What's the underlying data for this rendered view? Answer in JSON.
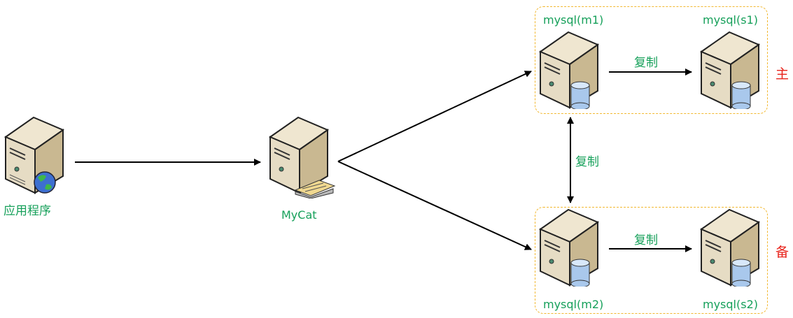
{
  "diagram": {
    "nodes": {
      "app": {
        "label": "应用程序",
        "icon": "server-globe-icon"
      },
      "mycat": {
        "label": "MyCat",
        "icon": "server-router-icon"
      },
      "m1": {
        "label": "mysql(m1)",
        "icon": "server-database-icon"
      },
      "s1": {
        "label": "mysql(s1)",
        "icon": "server-database-icon"
      },
      "m2": {
        "label": "mysql(m2)",
        "icon": "server-database-icon"
      },
      "s2": {
        "label": "mysql(s2)",
        "icon": "server-database-icon"
      }
    },
    "edges": {
      "m1_s1": "复制",
      "m1_m2": "复制",
      "m2_s2": "复制"
    },
    "groups": {
      "primary": "主",
      "standby": "备"
    },
    "colors": {
      "label": "#16a05a",
      "group_label": "#e8231b",
      "group_border": "#f2b830",
      "arrow": "#000000"
    }
  }
}
